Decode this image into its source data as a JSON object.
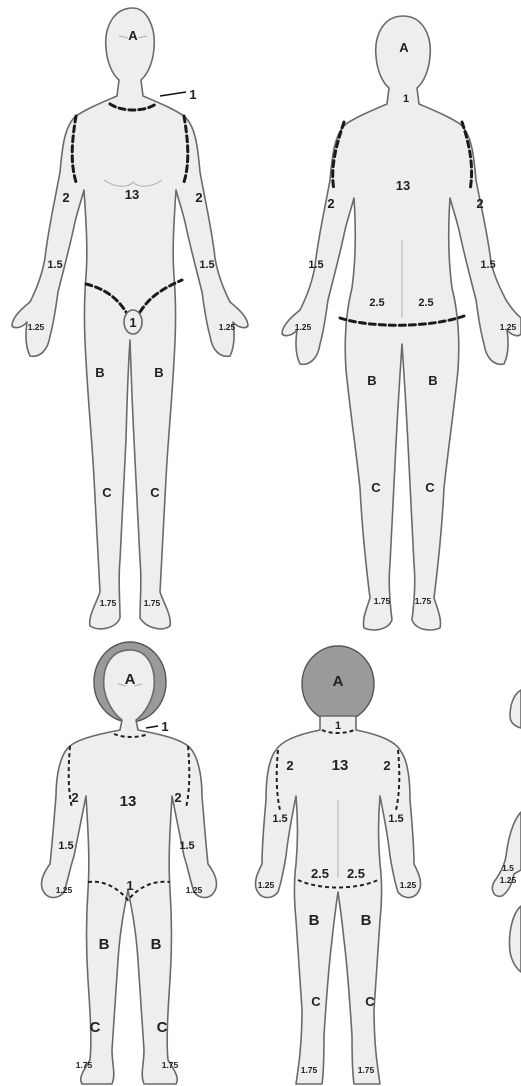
{
  "adult_front": {
    "head": "A",
    "neck": "1",
    "trunk": "13",
    "upper_arm_left": "2",
    "upper_arm_right": "2",
    "forearm_left": "1.5",
    "forearm_right": "1.5",
    "hand_left": "1.25",
    "hand_right": "1.25",
    "genitalia": "1",
    "thigh_left": "B",
    "thigh_right": "B",
    "leg_left": "C",
    "leg_right": "C",
    "foot_left": "1.75",
    "foot_right": "1.75"
  },
  "adult_back": {
    "head": "A",
    "neck": "1",
    "trunk": "13",
    "upper_arm_left": "2",
    "upper_arm_right": "2",
    "forearm_left": "1.5",
    "forearm_right": "1.5",
    "hand_left": "1.25",
    "hand_right": "1.25",
    "buttock_left": "2.5",
    "buttock_right": "2.5",
    "thigh_left": "B",
    "thigh_right": "B",
    "leg_left": "C",
    "leg_right": "C",
    "foot_left": "1.75",
    "foot_right": "1.75"
  },
  "child_front": {
    "head": "A",
    "neck": "1",
    "trunk": "13",
    "upper_arm_left": "2",
    "upper_arm_right": "2",
    "forearm_left": "1.5",
    "forearm_right": "1.5",
    "hand_left": "1.25",
    "hand_right": "1.25",
    "genitalia": "1",
    "thigh_left": "B",
    "thigh_right": "B",
    "leg_left": "C",
    "leg_right": "C",
    "foot_left": "1.75",
    "foot_right": "1.75"
  },
  "child_back": {
    "head": "A",
    "neck": "1",
    "trunk": "13",
    "upper_arm_left": "2",
    "upper_arm_right": "2",
    "forearm_left": "1.5",
    "forearm_right": "1.5",
    "hand_left": "1.25",
    "hand_right": "1.25",
    "buttock_left": "2.5",
    "buttock_right": "2.5",
    "thigh_left": "B",
    "thigh_right": "B",
    "leg_left": "C",
    "leg_right": "C",
    "foot_left": "1.75",
    "foot_right": "1.75"
  },
  "child_side_partial": {
    "forearm": "1.5",
    "hand": "1.25"
  },
  "colors": {
    "skin": "#eeeeee",
    "outline": "#6a6a6a",
    "boundary": "#1a1a1a",
    "hair": "#9a9a9a"
  }
}
